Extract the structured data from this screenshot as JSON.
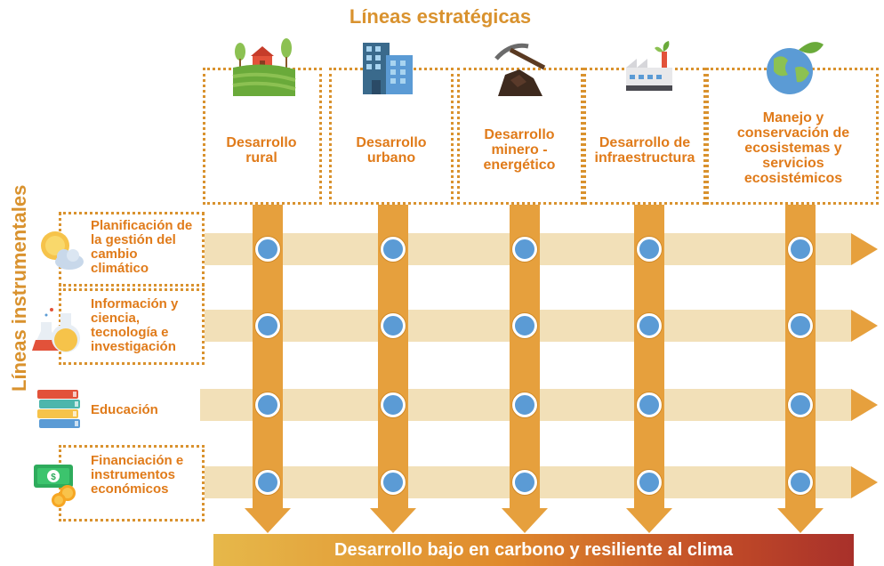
{
  "titles": {
    "top": "Líneas estratégicas",
    "left": "Líneas instrumentales",
    "bottom": "Desarrollo bajo en carbono y resiliente al clima"
  },
  "strategic_lines": [
    {
      "label": "Desarrollo rural",
      "icon": "farm-icon"
    },
    {
      "label": "Desarrollo urbano",
      "icon": "city-building-icon"
    },
    {
      "label": "Desarrollo minero - energético",
      "icon": "pickaxe-icon"
    },
    {
      "label": "Desarrollo de infraestructura",
      "icon": "factory-icon"
    },
    {
      "label": "Manejo y conservación de ecosistemas y servicios ecosistémicos",
      "icon": "earth-leaf-icon"
    }
  ],
  "instrumental_lines": [
    {
      "label": "Planificación de la gestión del cambio climático",
      "icon": "sun-cloud-icon"
    },
    {
      "label": "Información y ciencia, tecnología e investigación",
      "icon": "lab-flask-icon"
    },
    {
      "label": "Educación",
      "icon": "books-icon"
    },
    {
      "label": "Financiación e instrumentos económicos",
      "icon": "money-coins-icon"
    }
  ],
  "colors": {
    "accent": "#e07b1a",
    "arrow": "#e6a03d",
    "band": "#f2e0b8",
    "node": "#5b9bd5"
  }
}
